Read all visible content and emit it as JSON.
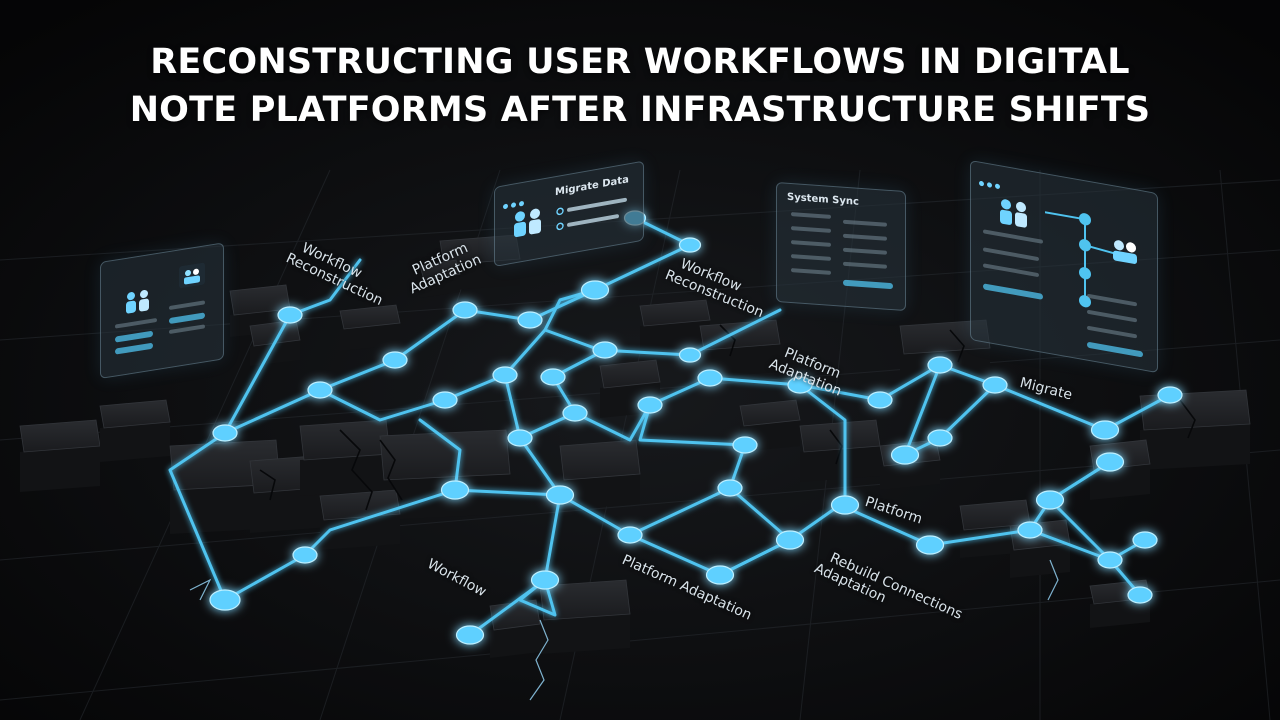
{
  "title": {
    "line1": "RECONSTRUCTING USER WORKFLOWS IN DIGITAL",
    "line2": "NOTE PLATFORMS AFTER INFRASTRUCTURE SHIFTS"
  },
  "labels": {
    "workflow_reconstruction_left": "Workflow\nReconstruction",
    "platform_adaptation_left": "Platform\nAdaptation",
    "workflow_reconstruction_center": "Workflow\nReconstruction",
    "platform_adaptation_center": "Platform\nAdaptation",
    "migrate": "Migrate",
    "platform_right": "Platform",
    "rebuild_connections": "Rebuild Connections\nAdaptation",
    "workflow_bottom": "Workflow",
    "platform_adaptation_bottom": "Platform Adaptation"
  },
  "panels": {
    "center_title": "Migrate Data",
    "right_title": "System Sync"
  },
  "colors": {
    "background": "#0b0c0e",
    "accent": "#4fc3ef",
    "glow": "#7fe0ff",
    "text": "#ffffff",
    "block": "#1a1b1e"
  },
  "icons": [
    "people-icon",
    "window-dots-icon",
    "check-icon",
    "crack-lines"
  ]
}
